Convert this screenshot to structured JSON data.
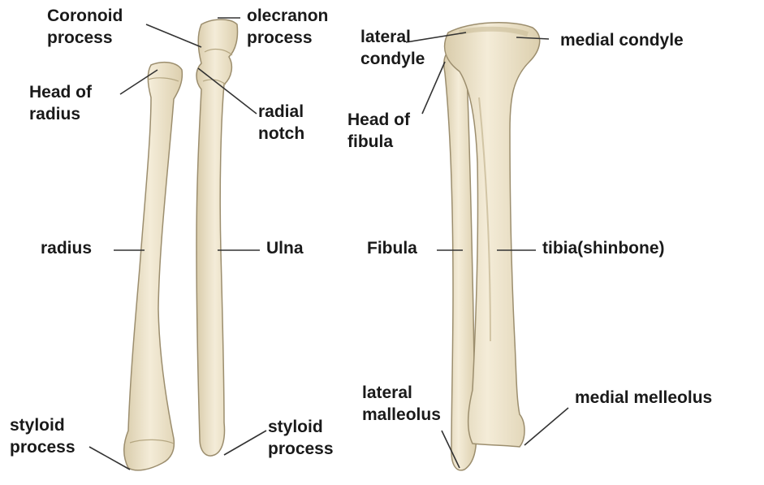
{
  "labels": {
    "coronoid_process": "Coronoid\nprocess",
    "olecranon_process": "olecranon\nprocess",
    "head_of_radius": "Head of\nradius",
    "radial_notch": "radial\nnotch",
    "radius": "radius",
    "ulna": "Ulna",
    "styloid_process_radius": "styloid\nprocess",
    "styloid_process_ulna": "styloid\nprocess",
    "lateral_condyle": "lateral\ncondyle",
    "medial_condyle": "medial condyle",
    "head_of_fibula": "Head of\nfibula",
    "fibula": "Fibula",
    "tibia": "tibia(shinbone)",
    "lateral_malleolus": "lateral\nmalleolus",
    "medial_malleolus": "medial melleolus"
  },
  "colors": {
    "bone_fill": "#efe6cf",
    "bone_shade": "#d8cba8",
    "bone_outline": "#9c8e6e",
    "leader_line": "#333333",
    "label_text": "#1a1a1a"
  }
}
